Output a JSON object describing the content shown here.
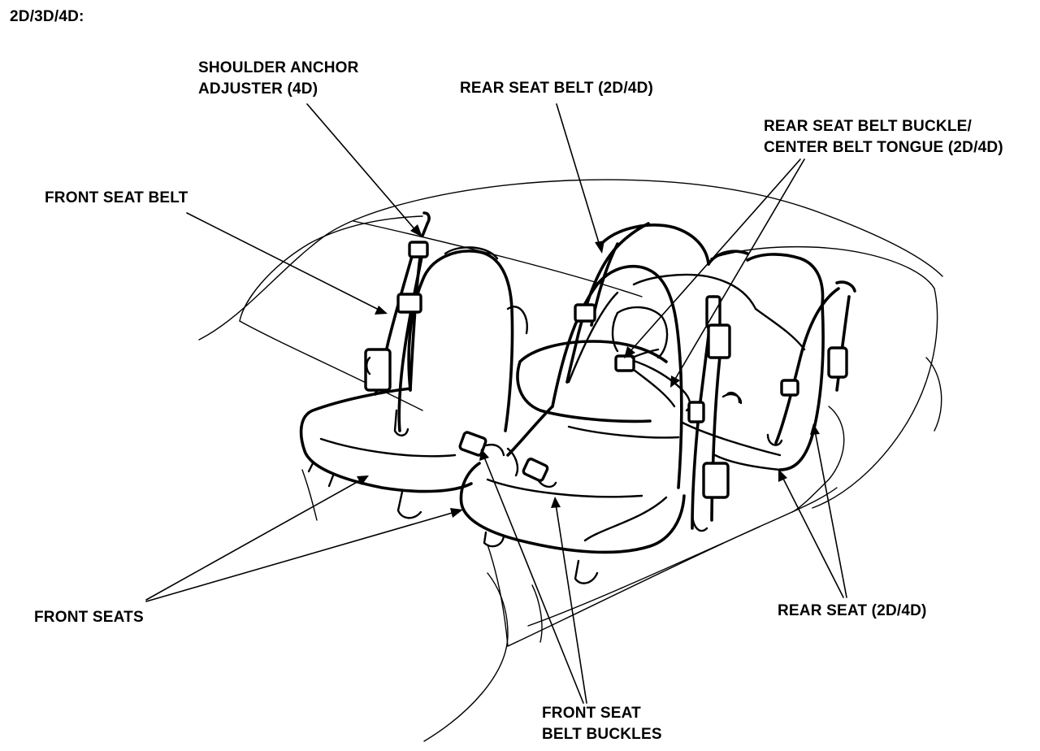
{
  "figure": {
    "header": "2D/3D/4D:"
  },
  "callouts": {
    "shoulder_anchor": [
      "SHOULDER ANCHOR",
      "ADJUSTER (4D)"
    ],
    "rear_seat_belt": [
      "REAR SEAT BELT (2D/4D)"
    ],
    "rear_buckle_tongue": [
      "REAR SEAT BELT BUCKLE/",
      "CENTER BELT TONGUE (2D/4D)"
    ],
    "front_seat_belt": [
      "FRONT SEAT BELT"
    ],
    "front_seats": [
      "FRONT SEATS"
    ],
    "rear_seat": [
      "REAR SEAT (2D/4D)"
    ],
    "front_buckles": [
      "FRONT SEAT",
      "BELT BUCKLES"
    ]
  },
  "colors": {
    "ink": "#000000",
    "paper": "#ffffff"
  }
}
